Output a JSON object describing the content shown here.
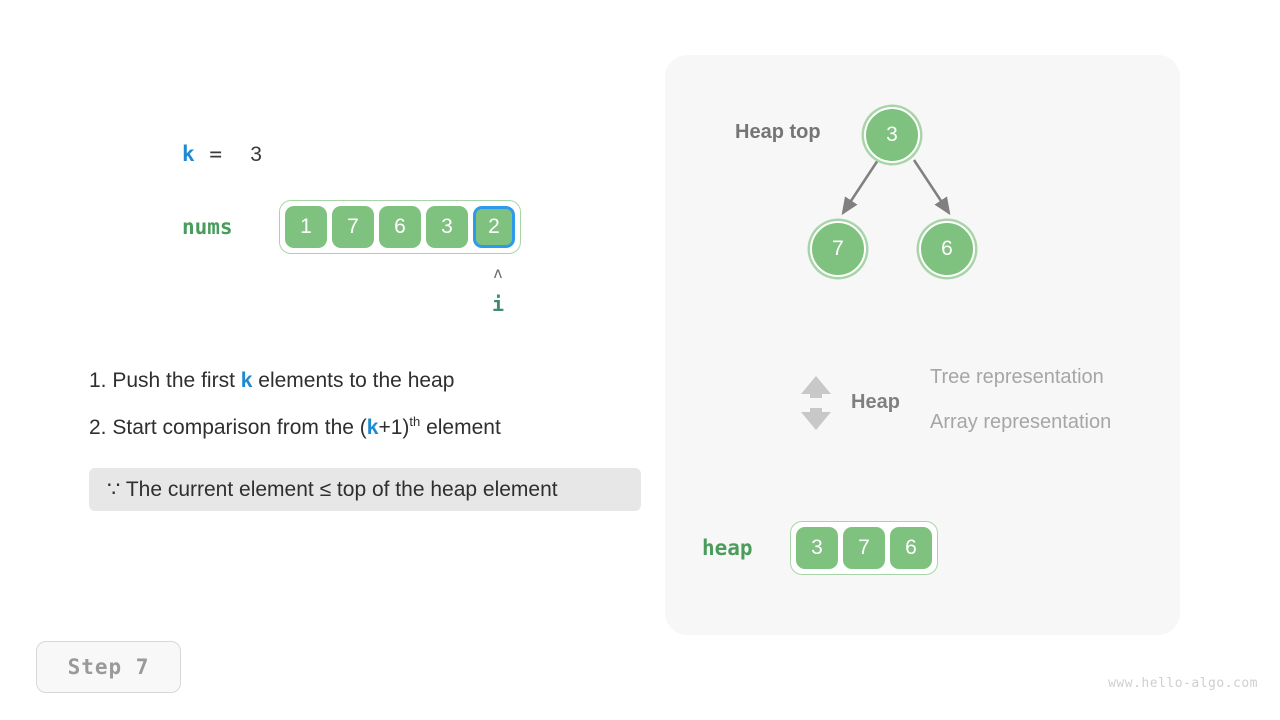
{
  "left": {
    "k_line": {
      "var": "k",
      "eq": "=",
      "value": "3"
    },
    "nums_label": "nums",
    "nums_array": {
      "values": [
        "1",
        "7",
        "6",
        "3",
        "2"
      ],
      "highlight_index": 4,
      "highlight_color": "#2e9bea",
      "cell_color": "#7fc17f"
    },
    "pointer": {
      "caret": "ʌ",
      "label": "i"
    },
    "steps": [
      {
        "prefix": "1. Push the first ",
        "var": "k",
        "suffix": " elements to the heap"
      },
      {
        "prefix": "2. Start comparison from the (",
        "var": "k",
        "mid": "+1)",
        "sup": "th",
        "suffix": " element"
      }
    ],
    "note": "∵ The current element ≤ top of the heap element",
    "step_badge": "Step  7",
    "watermark": "www.hello-algo.com"
  },
  "panel": {
    "heap_top_label": "Heap top",
    "tree": {
      "root": "3",
      "left_child": "7",
      "right_child": "6",
      "node_color": "#7fc17f",
      "edge_color": "#808080"
    },
    "legend": {
      "icon": "double-arrow-vertical",
      "title": "Heap",
      "lines": [
        "Tree representation",
        "Array representation"
      ]
    },
    "heap_label": "heap",
    "heap_array": {
      "values": [
        "3",
        "7",
        "6"
      ],
      "cell_color": "#7fc17f"
    }
  }
}
